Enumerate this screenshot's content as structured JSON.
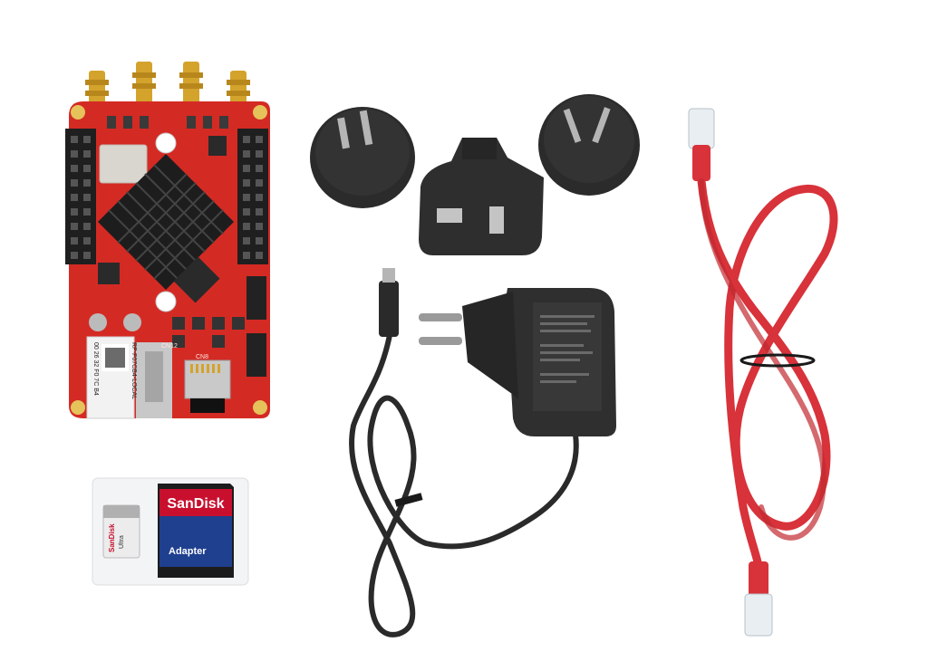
{
  "photo": {
    "board_labels": {
      "conn_a": "CN12",
      "conn_b": "CN8",
      "sticker_id": "RP-F07CB4-LOCAL",
      "sticker_mac": "00 26 32 F0 7C B4"
    },
    "sd_card": {
      "brand": "SanDisk",
      "adapter_label": "Adapter"
    },
    "microsd": {
      "brand": "SanDisk",
      "line": "Ultra"
    },
    "colors": {
      "board_red": "#d42a24",
      "gold": "#d4a32c",
      "plug_black": "#2b2b2b",
      "cable_red": "#d8323a"
    }
  }
}
